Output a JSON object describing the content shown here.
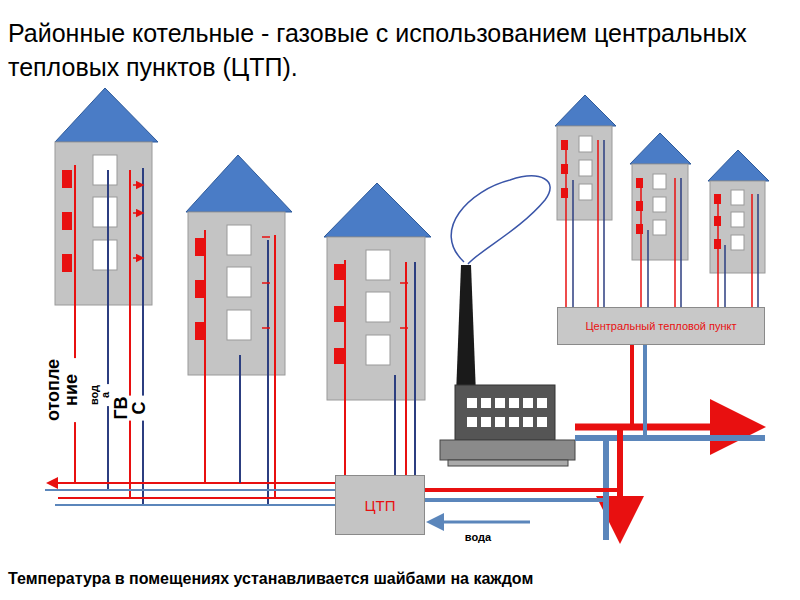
{
  "diagram": {
    "title": "Районные котельные - газовые с использованием центральных тепловых пунктов (ЦТП).",
    "caption": "Температура в помещениях устанавливается шайбами на каждом",
    "nodes": [
      {
        "text": [
          "Центральный тепловой пункт"
        ]
      },
      {
        "text": [
          "ЦТП"
        ]
      }
    ],
    "labels": [
      "отопле ние",
      "вод а",
      "ГВ С",
      "вода"
    ]
  }
}
